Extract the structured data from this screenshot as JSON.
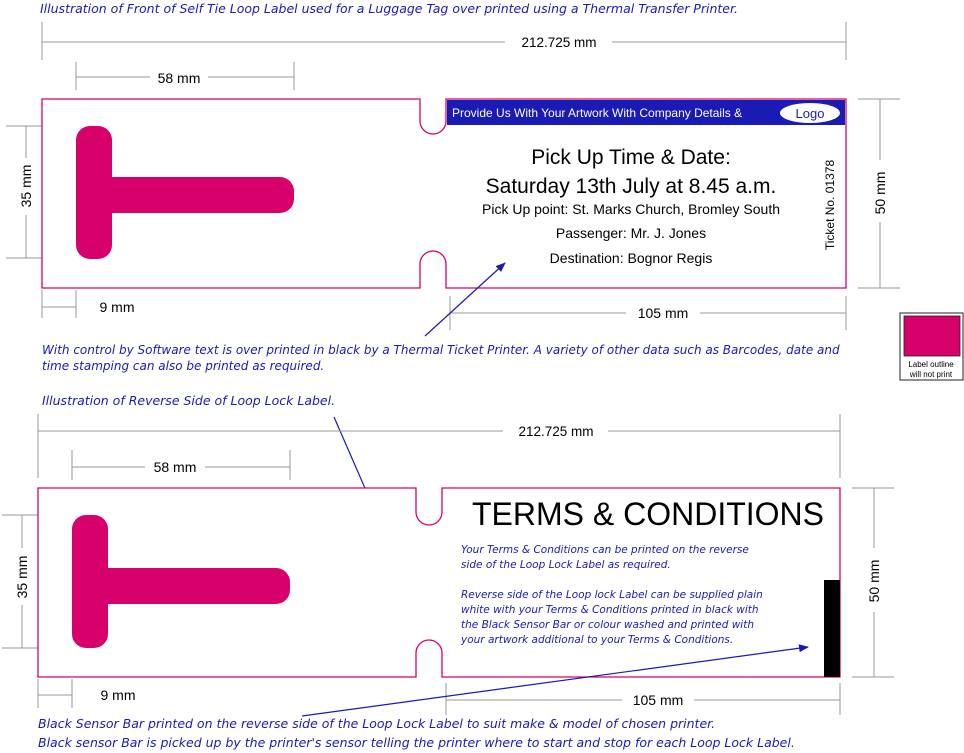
{
  "colors": {
    "magenta": "#d8006b",
    "outline": "#d8006b",
    "blue_text": "#1a1ab4",
    "header_bg": "#1a1ab4",
    "sensor_bar": "#000000"
  },
  "front": {
    "caption": "Illustration of Front of Self Tie Loop Label used for a Luggage Tag over printed using a Thermal Transfer Printer.",
    "dim_total": "212.725 mm",
    "dim_58": "58 mm",
    "dim_35": "35 mm",
    "dim_50": "50 mm",
    "dim_9": "9 mm",
    "dim_105": "105 mm",
    "header_text": "Provide Us With Your Artwork With Company Details &",
    "logo_text": "Logo",
    "title_line1": "Pick Up Time & Date:",
    "title_line2": "Saturday 13th July at 8.45 a.m.",
    "pickup_point": "Pick Up point: St. Marks Church, Bromley South",
    "passenger": "Passenger: Mr. J. Jones",
    "destination": "Destination: Bognor Regis",
    "ticket_no": "Ticket No. 01378",
    "note": "With control by Software text is over printed in black by a Thermal Ticket Printer. A variety of other data such as Barcodes, date and time stamping can also be printed as required."
  },
  "legend": {
    "line1": "Label outline",
    "line2": "will not print"
  },
  "reverse": {
    "caption": "Illustration of Reverse Side of Loop Lock Label.",
    "dim_total": "212.725 mm",
    "dim_58": "58 mm",
    "dim_35": "35 mm",
    "dim_50": "50 mm",
    "dim_9": "9 mm",
    "dim_105": "105 mm",
    "terms_title": "TERMS & CONDITIONS",
    "terms_p1_l1": "Your Terms & Conditions can be printed on the reverse",
    "terms_p1_l2": "side of the Loop Lock Label as required.",
    "terms_p2_l1": "Reverse side of the Loop lock Label can be supplied plain",
    "terms_p2_l2": "white with your Terms & Conditions printed in black with",
    "terms_p2_l3": "the Black Sensor Bar or colour washed and printed with",
    "terms_p2_l4": "your artwork additional to your Terms & Conditions.",
    "note_line1": "Black Sensor Bar printed on the reverse side of the Loop Lock Label to suit make & model of chosen printer.",
    "note_line2": "Black sensor Bar is picked up by the printer's sensor telling the printer where to start and stop for each Loop Lock Label."
  }
}
